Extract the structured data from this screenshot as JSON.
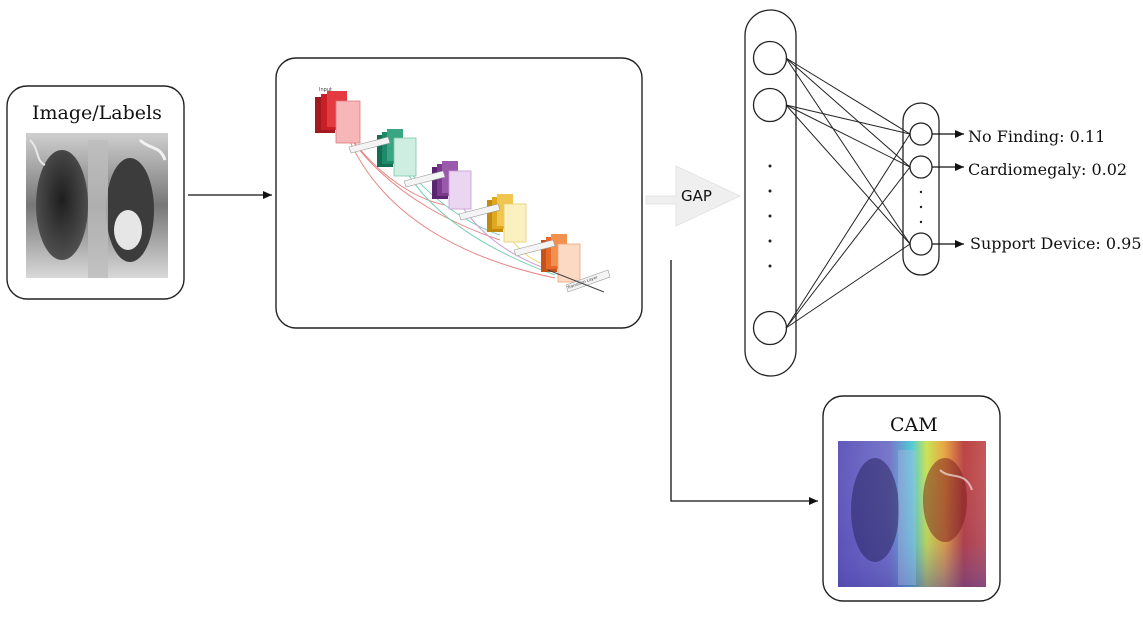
{
  "input_box": {
    "title": "Image/Labels"
  },
  "network": {
    "input_label": "Input",
    "transition_label": "Transition Layer"
  },
  "gap": {
    "label": "GAP"
  },
  "outputs": [
    {
      "label": "No Finding: 0.11"
    },
    {
      "label": "Cardiomegaly: 0.02"
    },
    {
      "label": "Support Device: 0.95"
    }
  ],
  "cam_box": {
    "title": "CAM"
  },
  "colors": {
    "block1": "#d8232a",
    "block2": "#1f8a6a",
    "block3": "#7b3a8c",
    "block4": "#e0a81e",
    "block5": "#e8682a"
  }
}
